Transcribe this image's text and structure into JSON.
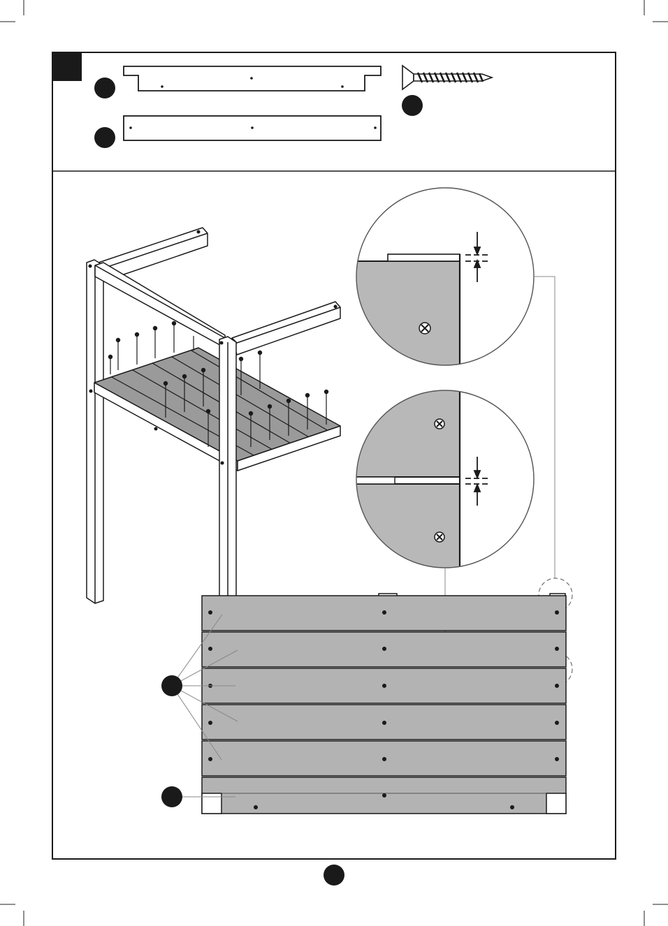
{
  "page": {
    "step_marker_color": "#1a1a1a",
    "outline_color": "#1a1a1a",
    "board_fill": "#b3b3b3",
    "detail_fill": "#b8b8b8"
  },
  "parts": [
    {
      "id": "part-long-rail-notched",
      "icon": "notched-rail-icon"
    },
    {
      "id": "part-long-rail",
      "icon": "straight-rail-icon"
    },
    {
      "id": "part-screw",
      "icon": "screw-icon"
    }
  ],
  "callouts": [
    {
      "id": "callout-top-detail",
      "icon": "gap-detail-magnifier"
    },
    {
      "id": "callout-middle-detail",
      "icon": "gap-detail-magnifier"
    }
  ],
  "legend_badges": [
    {
      "id": "badge-slats"
    },
    {
      "id": "badge-front-rail"
    },
    {
      "id": "page-number-badge"
    }
  ]
}
